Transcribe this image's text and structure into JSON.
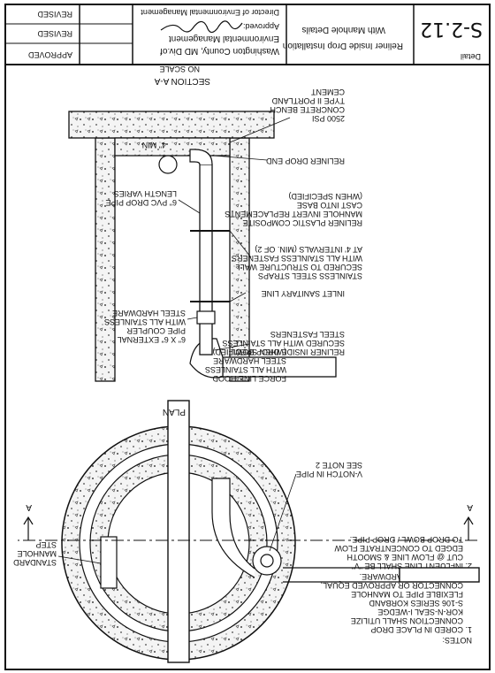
{
  "title_block": {
    "approved_header": "APPROVED",
    "revised_header_1": "REVISED",
    "revised_header_2": "REVISED",
    "agency_line1": "Washington County, MD Div.of",
    "agency_line2": "Environmental Management",
    "approved_label": "Approved:",
    "director_line": "Director of Environmental Management",
    "title_line1": "Reliner Inside Drop Installation",
    "title_line2": "With Manhole Details",
    "detail_label": "Detail",
    "detail_number": "S-2.12"
  },
  "notes": {
    "heading": "NOTES:",
    "note1": [
      "1. CORED IN PLACE DROP",
      "CONNECTION SHALL UTILIZE",
      "KOR-N-SEAL I-WEDGE",
      "S-106 SERIES KORBAND",
      "FLEXIBLE PIPE TO MANHOLE",
      "CONNECTOR OR APPROVED EQUAL,",
      "WITH ALL S.S. HARDWARE."
    ],
    "note2": [
      "2. INFLUENT LINE SHALL BE \"V\"",
      "CUT @ FLOW LINE & SMOOTH",
      "EDGED TO CONCENTRATE FLOW",
      "TO DROP BOWL / DROP PIPE."
    ]
  },
  "plan": {
    "title": "PLAN",
    "section_mark": "A",
    "step_label": [
      "STANDARD",
      "MANHOLE",
      "STEP"
    ],
    "vnotch_label": [
      "V-NOTCH IN PIPE",
      "SEE NOTE 2"
    ]
  },
  "section": {
    "title": "SECTION A-A",
    "scale": "NO SCALE",
    "labels": {
      "bench": [
        "2500 PSI",
        "CONCRETE BENCH",
        "TYPE II PORTLAND",
        "CEMENT"
      ],
      "min": "4\" MIN",
      "drop_end": "RELINER DROP END",
      "pvc_pipe": [
        "6\" PVC DROP PIPE",
        "LENGTH VARIES"
      ],
      "invert": [
        "RELINER PLASTIC COMPOSITE",
        "MANHOLE INVERT REPLACEMENTS",
        "CAST INTO BASE",
        "(WHEN SPECIFIED)"
      ],
      "straps": [
        "STAINLESS STEEL STRAPS",
        "SECURED TO STRUCTURE WALL",
        "WITH ALL STAINLESS FASTENERS",
        "AT 4' INTERVALS (MIN. OF 2)"
      ],
      "inlet": "INLET SANITARY LINE",
      "coupler": [
        "6\" X 6\" EXTERNAL",
        "PIPE COUPLER",
        "WITH ALL STAINLESS",
        "STEEL HARDWARE"
      ],
      "bowl": [
        "RELINER INSIDE DROP BOWL",
        "SECURED WITH ALL STAINLESS",
        "STEEL FASTENERS"
      ],
      "force_hood": [
        "FORCE LINE HOOD",
        "WITH ALL STAINLESS",
        "STEEL HARDWARE",
        "(WHEN SPECIFIED)"
      ]
    }
  }
}
